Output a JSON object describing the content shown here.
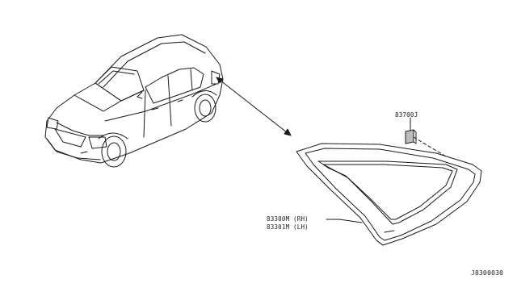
{
  "diagram": {
    "parts": [
      {
        "part_number": "83700J",
        "desc": ""
      },
      {
        "part_number": "83300M",
        "side": "(RH)"
      },
      {
        "part_number": "83301M",
        "side": "(LH)"
      }
    ],
    "labels": {
      "clip": "83700J",
      "glass_rh": "83300M (RH)",
      "glass_lh": "83301M (LH)",
      "reference": "J8300030"
    },
    "colors": {
      "line": "#1a1a1a",
      "background": "#ffffff"
    }
  }
}
